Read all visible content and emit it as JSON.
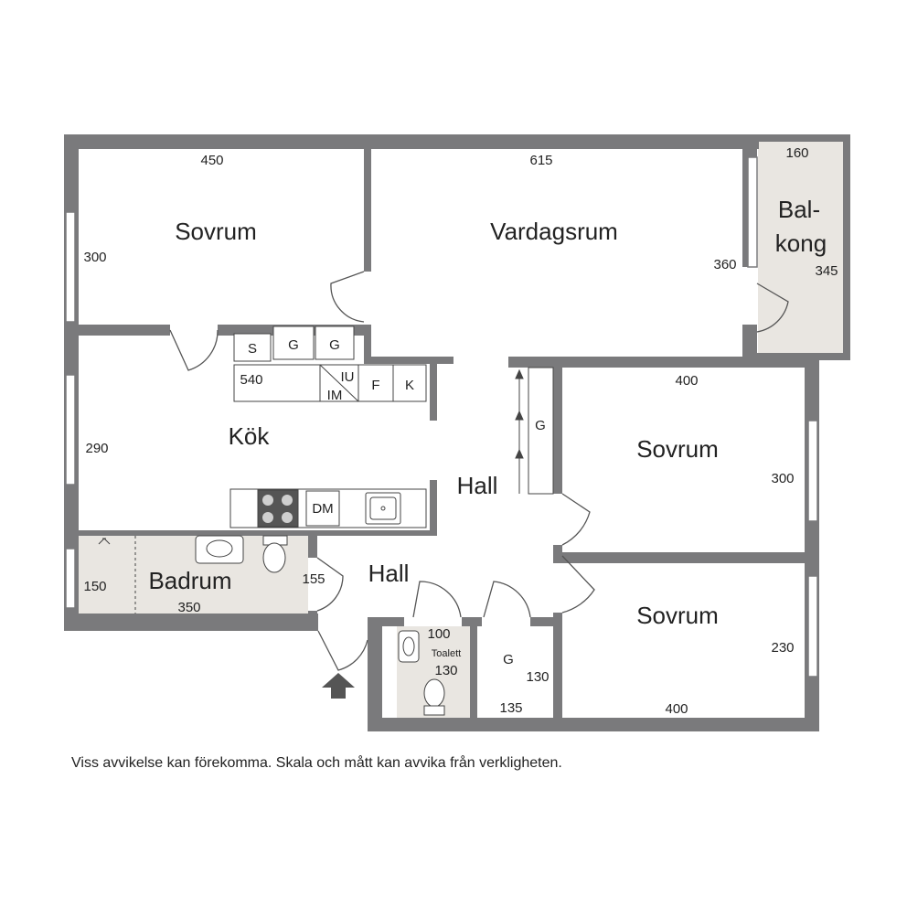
{
  "colors": {
    "wall": "#7a7a7c",
    "wet_floor": "#e9e6e1",
    "line": "#444444"
  },
  "rooms": {
    "sovrum1": {
      "name": "Sovrum",
      "width": "450",
      "depth": "300"
    },
    "vardagsrum": {
      "name": "Vardagsrum",
      "width": "615",
      "depth": "360"
    },
    "balkong": {
      "name_line1": "Bal-",
      "name_line2": "kong",
      "width": "160",
      "depth": "345"
    },
    "kok": {
      "name": "Kök",
      "width": "540",
      "depth": "290"
    },
    "hall_upper": {
      "name": "Hall"
    },
    "hall_lower": {
      "name": "Hall"
    },
    "sovrum2": {
      "name": "Sovrum",
      "width": "400",
      "depth": "300"
    },
    "sovrum3": {
      "name": "Sovrum",
      "width": "400",
      "depth": "230"
    },
    "badrum": {
      "name": "Badrum",
      "width": "350",
      "depth": "150",
      "door_width": "155"
    },
    "toalett": {
      "name": "Toalett",
      "width": "100",
      "depth": "130"
    },
    "garderob": {
      "name": "G",
      "width": "135",
      "depth": "130"
    }
  },
  "fixtures": {
    "storage_s": "S",
    "storage_g1": "G",
    "storage_g2": "G",
    "iu": "IU",
    "im": "IM",
    "fridge": "F",
    "freezer": "K",
    "dishwasher": "DM",
    "hall_wardrobe": "G"
  },
  "icons": {
    "stove": "stove-icon",
    "sink": "kitchen-sink-icon",
    "basin": "wash-basin-icon",
    "toilet": "toilet-icon",
    "shower": "shower-icon",
    "entrance": "entrance-arrow-icon"
  },
  "disclaimer": "Viss avvikelse kan förekomma. Skala och mått kan avvika från verkligheten."
}
